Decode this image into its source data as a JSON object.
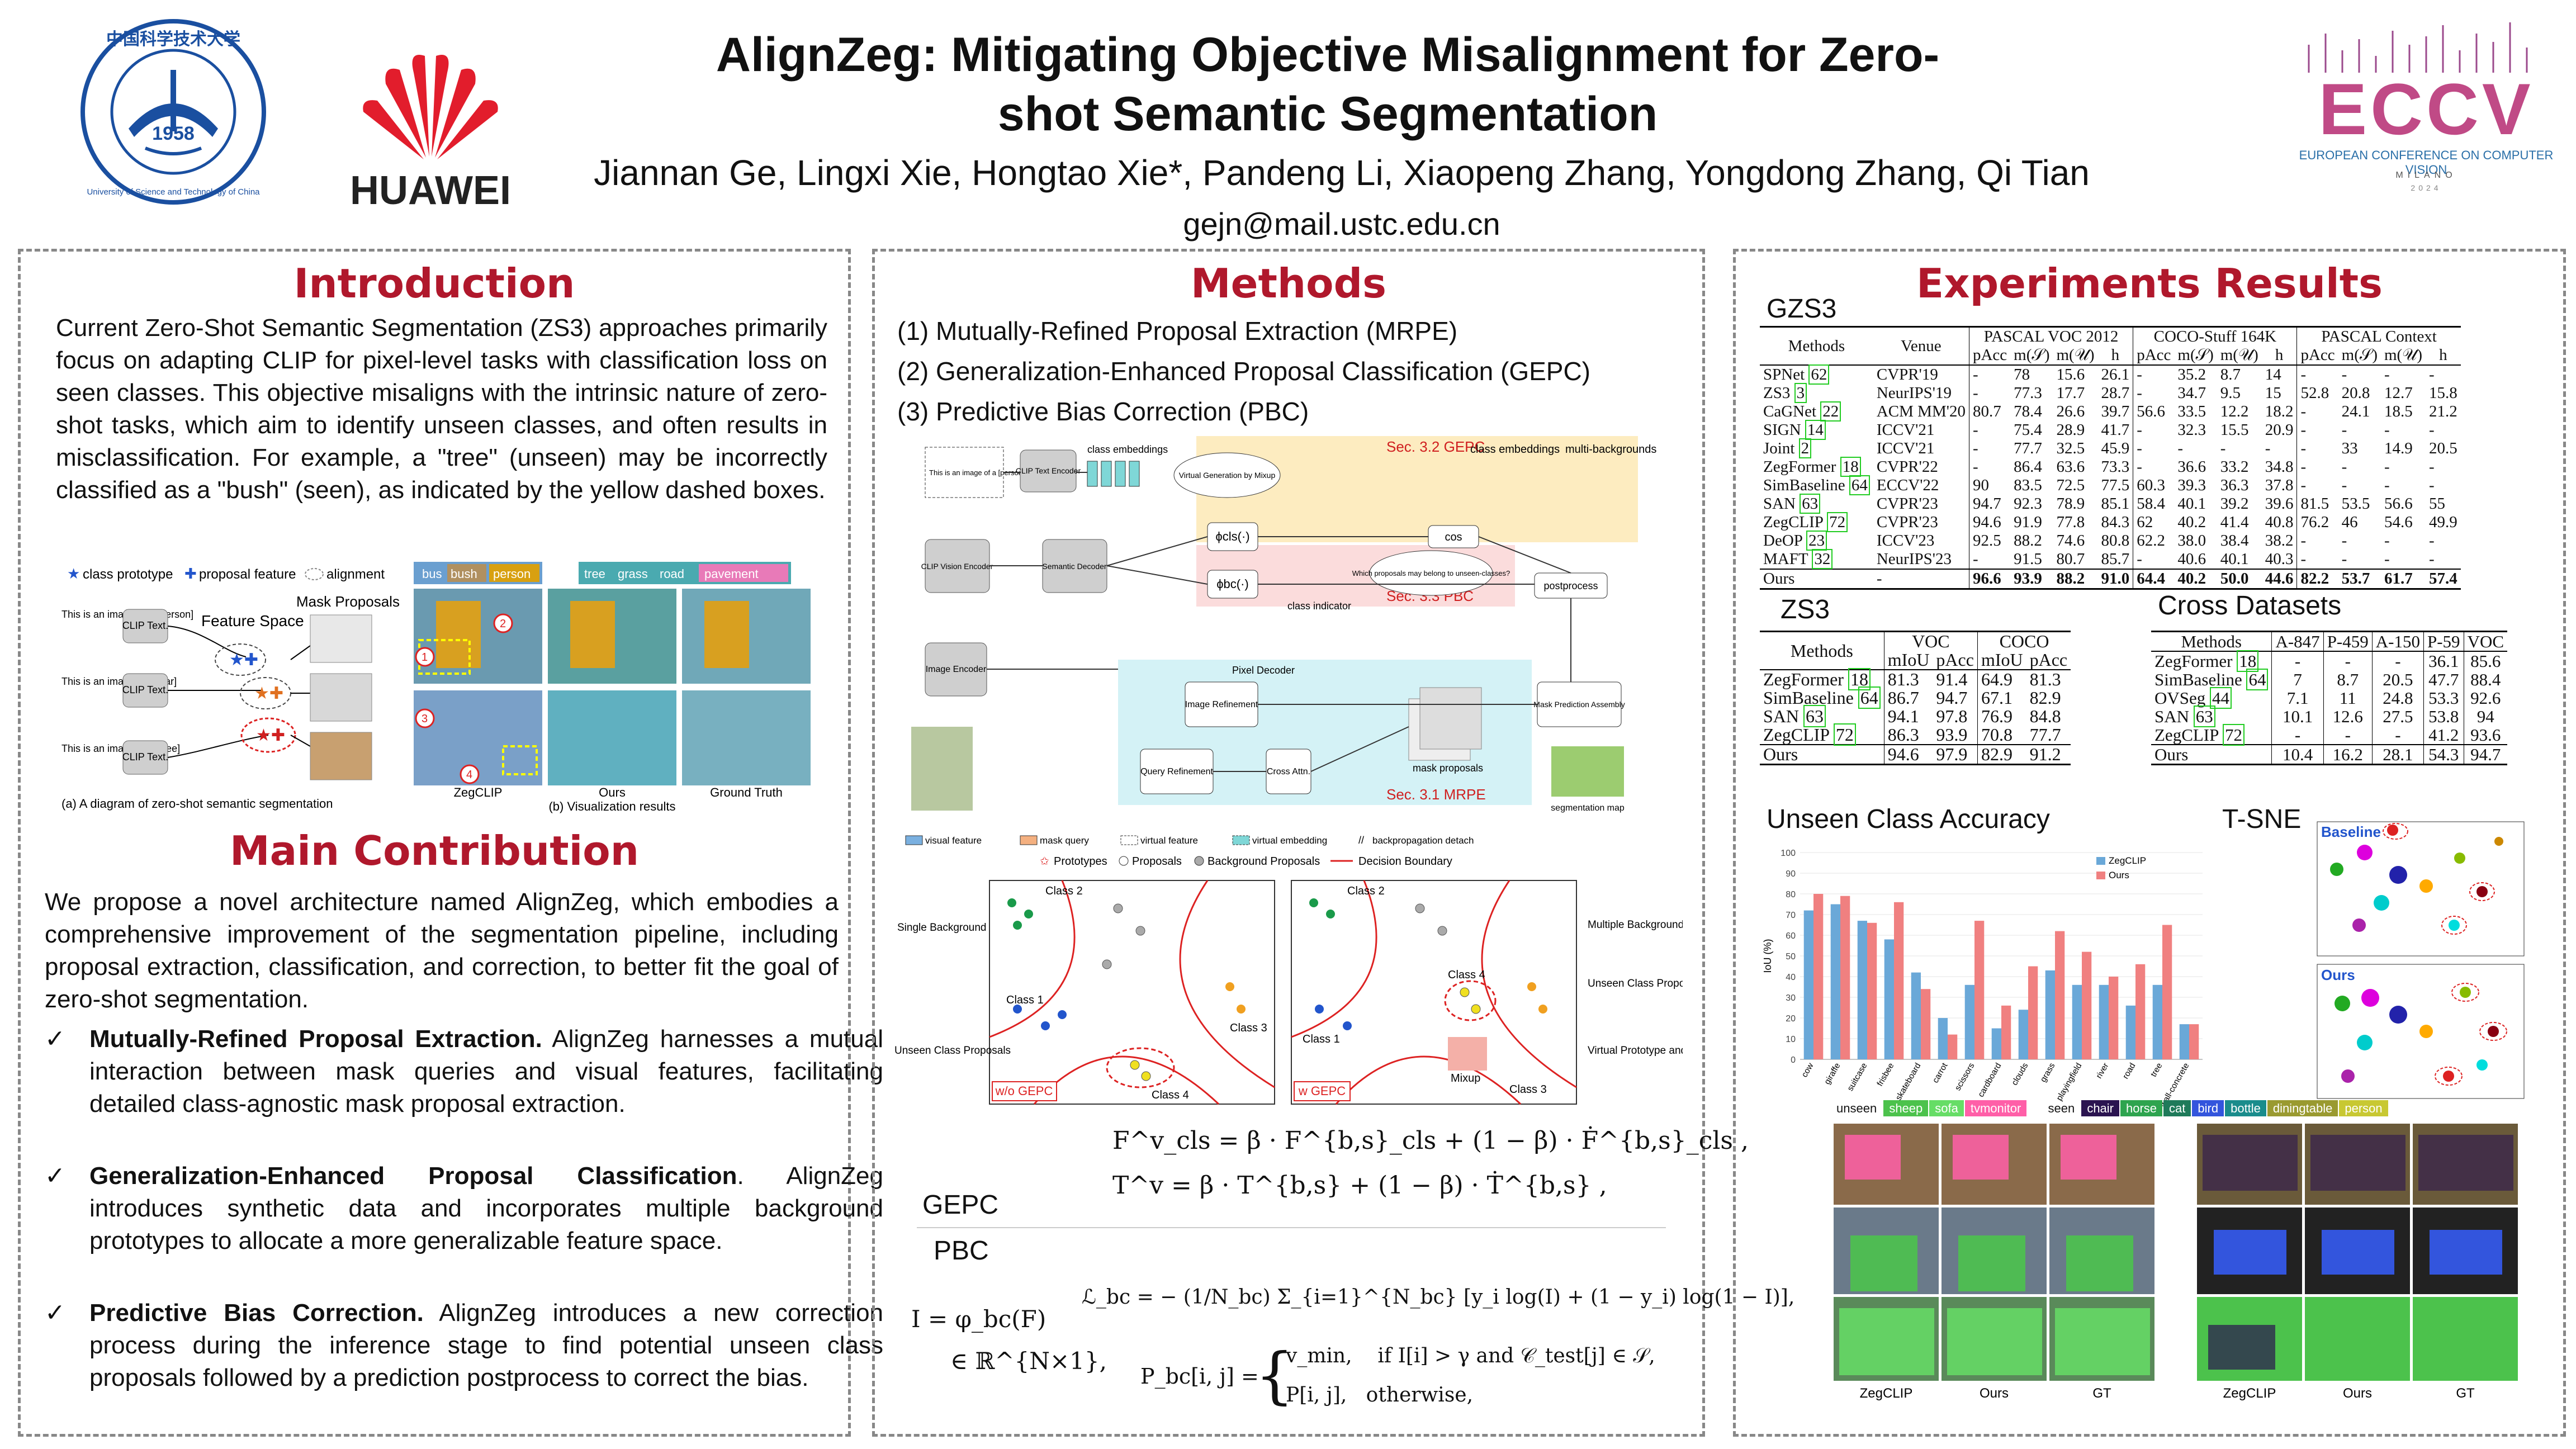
{
  "header": {
    "title": "AlignZeg: Mitigating Objective Misalignment for Zero-shot Semantic Segmentation",
    "title_line1": "AlignZeg: Mitigating Objective Misalignment for Zero-",
    "title_line2": "shot Semantic Segmentation",
    "authors": "Jiannan Ge, Lingxi Xie, Hongtao Xie*, Pandeng Li, Xiaopeng Zhang, Yongdong Zhang, Qi Tian",
    "email": "gejn@mail.ustc.edu.cn",
    "logo_ustc": {
      "year": "1958",
      "text": "University of Science and Technology of China",
      "chinese": "中国科学技术大学"
    },
    "logo_huawei": "HUAWEI",
    "logo_eccv": {
      "name": "ECCV",
      "subtitle": "EUROPEAN CONFERENCE ON COMPUTER VISION",
      "place": "MILANO",
      "year": "2024"
    }
  },
  "introduction": {
    "title": "Introduction",
    "text": "Current Zero-Shot Semantic Segmentation (ZS3) approaches primarily focus on adapting CLIP for pixel-level tasks with classification loss on seen classes. This objective misaligns with the intrinsic nature of zero-shot tasks, which aim to identify unseen classes, and often results in misclassification. For example, a \"tree\" (unseen) may be incorrectly classified as a \"bush\" (seen), as indicated by the yellow dashed boxes.",
    "figure": {
      "legend": [
        "class prototype",
        "proposal feature",
        "alignment"
      ],
      "feature_space": "Feature Space",
      "mask_proposals": "Mask Proposals",
      "prompts": [
        "This is an image of a [person]",
        "This is an image of a [car]",
        "This is an image of a [tree]"
      ],
      "encoder": "CLIP Text.",
      "caption_a": "(a) A diagram of zero-shot semantic segmentation",
      "caption_b": "(b) Visualization results",
      "labels_seen": [
        "bus",
        "bush",
        "person"
      ],
      "labels_unseen": [
        "tree",
        "grass",
        "road",
        "pavement"
      ],
      "columns": [
        "ZegCLIP",
        "Ours",
        "Ground Truth"
      ]
    }
  },
  "contribution": {
    "title": "Main Contribution",
    "text": "We propose a novel architecture named AlignZeg, which embodies a comprehensive improvement of the segmentation pipeline, including proposal extraction, classification, and correction, to better fit the goal of zero-shot segmentation.",
    "bullets": [
      {
        "head": "Mutually-Refined Proposal Extraction.",
        "body": " AlignZeg harnesses a mutual interaction between mask queries and visual features, facilitating detailed class-agnostic mask proposal extraction."
      },
      {
        "head": "Generalization-Enhanced Proposal Classification",
        "body": ". AlignZeg introduces synthetic data and incorporates multiple background prototypes to allocate a more generalizable feature space."
      },
      {
        "head": "Predictive Bias Correction.",
        "body": " AlignZeg introduces a new correction process during the inference stage to find potential unseen class proposals followed by a prediction postprocess to correct the bias."
      }
    ]
  },
  "methods": {
    "title": "Methods",
    "items": [
      "(1) Mutually-Refined Proposal Extraction (MRPE)",
      "(2) Generalization-Enhanced Proposal Classification (GEPC)",
      "(3) Predictive Bias Correction (PBC)"
    ],
    "diagram": {
      "sec_gepc": "Sec. 3.2 GEPC",
      "sec_pbc": "Sec. 3.3 PBC",
      "sec_mrpe": "Sec. 3.1 MRPE",
      "clip_text_encoder": "CLIP Text Encoder",
      "clip_vision_encoder": "CLIP Vision Encoder",
      "semantic_decoder": "Semantic Decoder",
      "image_encoder": "Image Encoder",
      "pixel_decoder": "Pixel Decoder",
      "image_refinement": "Image Refinement",
      "query_refinement": "Query Refinement",
      "cross_attn": "Cross Attn.",
      "mask_prediction": "Mask Prediction Assembly",
      "postprocess": "postprocess",
      "class_embeddings": "class embeddings",
      "multi_backgrounds": "multi-backgrounds",
      "virtual_generation": "Virtual Generation by Mixup",
      "which_proposals": "Which proposals may belong to unseen-classes?",
      "class_indicator": "class indicator",
      "mask_proposals": "mask proposals",
      "segmentation_map": "segmentation map",
      "prompt": "This is an image of a [person]",
      "legend": [
        "visual feature",
        "mask query",
        "virtual feature",
        "virtual embedding",
        "backpropagation detach"
      ]
    },
    "scatter": {
      "legend": [
        "Prototypes",
        "Proposals",
        "Background Proposals",
        "Decision Boundary"
      ],
      "left_label": "w/o GEPC",
      "right_label": "w GEPC",
      "classes": [
        "Class 1",
        "Class 2",
        "Class 3",
        "Class 4"
      ],
      "annotations_left": [
        "Single Background",
        "Unseen Class Proposals"
      ],
      "annotations_right": [
        "Multiple Backgrounds",
        "Unseen Class Proposals",
        "Virtual Prototype and Proposal"
      ],
      "mixup": "Mixup"
    },
    "gepc_label": "GEPC",
    "pbc_label": "PBC",
    "eq_gepc_1": "F^v_cls = β · F^{b,s}_cls + (1 − β) · Ḟ^{b,s}_cls ,",
    "eq_gepc_2": "T^v = β · T^{b,s} + (1 − β) · Ṫ^{b,s} ,",
    "eq_pbc_1": "I = φ_bc(F)",
    "eq_pbc_2": "∈ ℝ^{N×1},",
    "eq_pbc_loss": "ℒ_bc = − (1/N_bc) Σ_{i=1}^{N_bc} [y_i log(I) + (1 − y_i) log(1 − I)],",
    "eq_pbc_case_lhs": "P_bc[i, j] =",
    "eq_pbc_case1": "v_min,    if I[i] > γ and 𝒞_test[j] ∈ 𝒮,",
    "eq_pbc_case2": "P[i, j],   otherwise,"
  },
  "experiments": {
    "title": "Experiments Results",
    "gzs3": {
      "label": "GZS3",
      "groups": [
        "PASCAL VOC 2012",
        "COCO-Stuff 164K",
        "PASCAL Context"
      ],
      "subheaders": [
        "pAcc",
        "m(𝒮)",
        "m(𝒰)",
        "h"
      ],
      "col_methods": "Methods",
      "col_venue": "Venue",
      "rows": [
        {
          "m": "SPNet",
          "c": "62",
          "v": "CVPR'19",
          "d": [
            "-",
            "78",
            "15.6",
            "26.1",
            "-",
            "35.2",
            "8.7",
            "14",
            "-",
            "-",
            "-",
            "-"
          ]
        },
        {
          "m": "ZS3",
          "c": "3",
          "v": "NeurIPS'19",
          "d": [
            "-",
            "77.3",
            "17.7",
            "28.7",
            "-",
            "34.7",
            "9.5",
            "15",
            "52.8",
            "20.8",
            "12.7",
            "15.8"
          ]
        },
        {
          "m": "CaGNet",
          "c": "22",
          "v": "ACM MM'20",
          "d": [
            "80.7",
            "78.4",
            "26.6",
            "39.7",
            "56.6",
            "33.5",
            "12.2",
            "18.2",
            "-",
            "24.1",
            "18.5",
            "21.2"
          ]
        },
        {
          "m": "SIGN",
          "c": "14",
          "v": "ICCV'21",
          "d": [
            "-",
            "75.4",
            "28.9",
            "41.7",
            "-",
            "32.3",
            "15.5",
            "20.9",
            "-",
            "-",
            "-",
            "-"
          ]
        },
        {
          "m": "Joint",
          "c": "2",
          "v": "ICCV'21",
          "d": [
            "-",
            "77.7",
            "32.5",
            "45.9",
            "-",
            "-",
            "-",
            "-",
            "-",
            "33",
            "14.9",
            "20.5"
          ]
        },
        {
          "m": "ZegFormer",
          "c": "18",
          "v": "CVPR'22",
          "d": [
            "-",
            "86.4",
            "63.6",
            "73.3",
            "-",
            "36.6",
            "33.2",
            "34.8",
            "-",
            "-",
            "-",
            "-"
          ]
        },
        {
          "m": "SimBaseline",
          "c": "64",
          "v": "ECCV'22",
          "d": [
            "90",
            "83.5",
            "72.5",
            "77.5",
            "60.3",
            "39.3",
            "36.3",
            "37.8",
            "-",
            "-",
            "-",
            "-"
          ]
        },
        {
          "m": "SAN",
          "c": "63",
          "v": "CVPR'23",
          "d": [
            "94.7",
            "92.3",
            "78.9",
            "85.1",
            "58.4",
            "40.1",
            "39.2",
            "39.6",
            "81.5",
            "53.5",
            "56.6",
            "55"
          ]
        },
        {
          "m": "ZegCLIP",
          "c": "72",
          "v": "CVPR'23",
          "d": [
            "94.6",
            "91.9",
            "77.8",
            "84.3",
            "62",
            "40.2",
            "41.4",
            "40.8",
            "76.2",
            "46",
            "54.6",
            "49.9"
          ]
        },
        {
          "m": "DeOP",
          "c": "23",
          "v": "ICCV'23",
          "d": [
            "92.5",
            "88.2",
            "74.6",
            "80.8",
            "62.2",
            "38.0",
            "38.4",
            "38.2",
            "-",
            "-",
            "-",
            "-"
          ]
        },
        {
          "m": "MAFT",
          "c": "32",
          "v": "NeurIPS'23",
          "d": [
            "-",
            "91.5",
            "80.7",
            "85.7",
            "-",
            "40.6",
            "40.1",
            "40.3",
            "-",
            "-",
            "-",
            "-"
          ]
        }
      ],
      "ours": {
        "m": "Ours",
        "v": "-",
        "d": [
          "96.6",
          "93.9",
          "88.2",
          "91.0",
          "64.4",
          "40.2",
          "50.0",
          "44.6",
          "82.2",
          "53.7",
          "61.7",
          "57.4"
        ]
      }
    },
    "zs3": {
      "label": "ZS3",
      "groups": [
        "VOC",
        "COCO"
      ],
      "subheaders": [
        "mIoU",
        "pAcc",
        "mIoU",
        "pAcc"
      ],
      "col_methods": "Methods",
      "rows": [
        {
          "m": "ZegFormer",
          "c": "18",
          "d": [
            "81.3",
            "91.4",
            "64.9",
            "81.3"
          ]
        },
        {
          "m": "SimBaseline",
          "c": "64",
          "d": [
            "86.7",
            "94.7",
            "67.1",
            "82.9"
          ]
        },
        {
          "m": "SAN",
          "c": "63",
          "d": [
            "94.1",
            "97.8",
            "76.9",
            "84.8"
          ]
        },
        {
          "m": "ZegCLIP",
          "c": "72",
          "d": [
            "86.3",
            "93.9",
            "70.8",
            "77.7"
          ]
        }
      ],
      "ours": {
        "m": "Ours",
        "d": [
          "94.6",
          "97.9",
          "82.9",
          "91.2"
        ]
      }
    },
    "cross": {
      "label": "Cross Datasets",
      "headers": [
        "Methods",
        "A-847",
        "P-459",
        "A-150",
        "P-59",
        "VOC"
      ],
      "rows": [
        {
          "m": "ZegFormer",
          "c": "18",
          "d": [
            "-",
            "-",
            "-",
            "36.1",
            "85.6"
          ]
        },
        {
          "m": "SimBaseline",
          "c": "64",
          "d": [
            "7",
            "8.7",
            "20.5",
            "47.7",
            "88.4"
          ]
        },
        {
          "m": "OVSeg",
          "c": "44",
          "d": [
            "7.1",
            "11",
            "24.8",
            "53.3",
            "92.6"
          ]
        },
        {
          "m": "SAN",
          "c": "63",
          "d": [
            "10.1",
            "12.6",
            "27.5",
            "53.8",
            "94"
          ]
        },
        {
          "m": "ZegCLIP",
          "c": "72",
          "d": [
            "-",
            "-",
            "-",
            "41.2",
            "93.6"
          ]
        }
      ],
      "ours": {
        "m": "Ours",
        "d": [
          "10.4",
          "16.2",
          "28.1",
          "54.3",
          "94.7"
        ]
      }
    },
    "unseen_acc_title": "Unseen Class Accuracy",
    "tsne_title": "T-SNE",
    "tsne_labels": [
      "Baseline",
      "Ours"
    ],
    "vis": {
      "unseen_label": "unseen",
      "unseen_classes": [
        {
          "name": "sheep",
          "color": "#4cc24c"
        },
        {
          "name": "sofa",
          "color": "#66dd66"
        },
        {
          "name": "tvmonitor",
          "color": "#ff5fa8"
        }
      ],
      "seen_label": "seen",
      "seen_classes": [
        {
          "name": "chair",
          "color": "#2b1450"
        },
        {
          "name": "horse",
          "color": "#2ea44f"
        },
        {
          "name": "cat",
          "color": "#1f7a5a"
        },
        {
          "name": "bird",
          "color": "#3355dd"
        },
        {
          "name": "bottle",
          "color": "#1a8c8c"
        },
        {
          "name": "diningtable",
          "color": "#9a9a30"
        },
        {
          "name": "person",
          "color": "#c8c832"
        }
      ],
      "columns": [
        "ZegCLIP",
        "Ours",
        "GT",
        "ZegCLIP",
        "Ours",
        "GT"
      ]
    }
  },
  "chart_data": {
    "type": "bar",
    "title": "",
    "ylabel": "IoU (%)",
    "ylim": [
      0,
      100
    ],
    "yticks": [
      0,
      10,
      20,
      30,
      40,
      50,
      60,
      70,
      80,
      90,
      100
    ],
    "categories": [
      "cow",
      "giraffe",
      "suitcase",
      "frisbee",
      "skateboard",
      "carrot",
      "scissors",
      "cardboard",
      "clouds",
      "grass",
      "playingfield",
      "river",
      "road",
      "tree",
      "wall-concrete"
    ],
    "series": [
      {
        "name": "ZegCLIP",
        "color": "#6aa8d8",
        "values": [
          72,
          75,
          67,
          58,
          42,
          20,
          36,
          15,
          24,
          43,
          36,
          36,
          26,
          36,
          17
        ]
      },
      {
        "name": "Ours",
        "color": "#f08080",
        "values": [
          80,
          79,
          66,
          76,
          34,
          12,
          67,
          26,
          45,
          62,
          52,
          40,
          46,
          65,
          17
        ]
      }
    ],
    "legend_position": "top-right"
  }
}
